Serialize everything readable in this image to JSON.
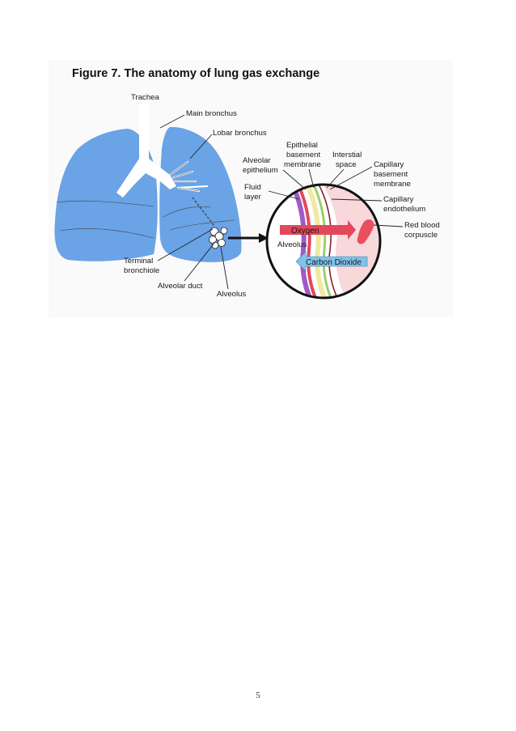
{
  "figure": {
    "title": "Figure 7. The anatomy of lung gas exchange",
    "labels": {
      "trachea": "Trachea",
      "main_bronchus": "Main bronchus",
      "lobar_bronchus": "Lobar bronchus",
      "alveolar_epithelium_1": "Alveolar",
      "alveolar_epithelium_2": "epithelium",
      "epithelial_basement_1": "Epithelial",
      "epithelial_basement_2": "basement",
      "epithelial_basement_3": "membrane",
      "interstitial_1": "Interstial",
      "interstitial_2": "space",
      "capillary_basement_1": "Capillary",
      "capillary_basement_2": "basement",
      "capillary_basement_3": "membrane",
      "fluid_layer_1": "Fluid",
      "fluid_layer_2": "layer",
      "capillary_endothelium_1": "Capillary",
      "capillary_endothelium_2": "endothelium",
      "red_blood_1": "Red blood",
      "red_blood_2": "corpuscle",
      "alveolus_inset": "Alveolus",
      "terminal_bronchiole_1": "Terminal",
      "terminal_bronchiole_2": "bronchiole",
      "alveolar_duct": "Alveolar duct",
      "alveolus": "Alveolus"
    },
    "arrows": {
      "oxygen": "Oxygen",
      "carbon_dioxide": "Carbon Dioxide"
    },
    "colors": {
      "lung": "#6aa3e6",
      "oxygen_arrow": "#e2475a",
      "co2_arrow": "#7fc3ea",
      "blood": "#f8d8da",
      "rbc": "#e8505e"
    }
  },
  "page_number": "5"
}
